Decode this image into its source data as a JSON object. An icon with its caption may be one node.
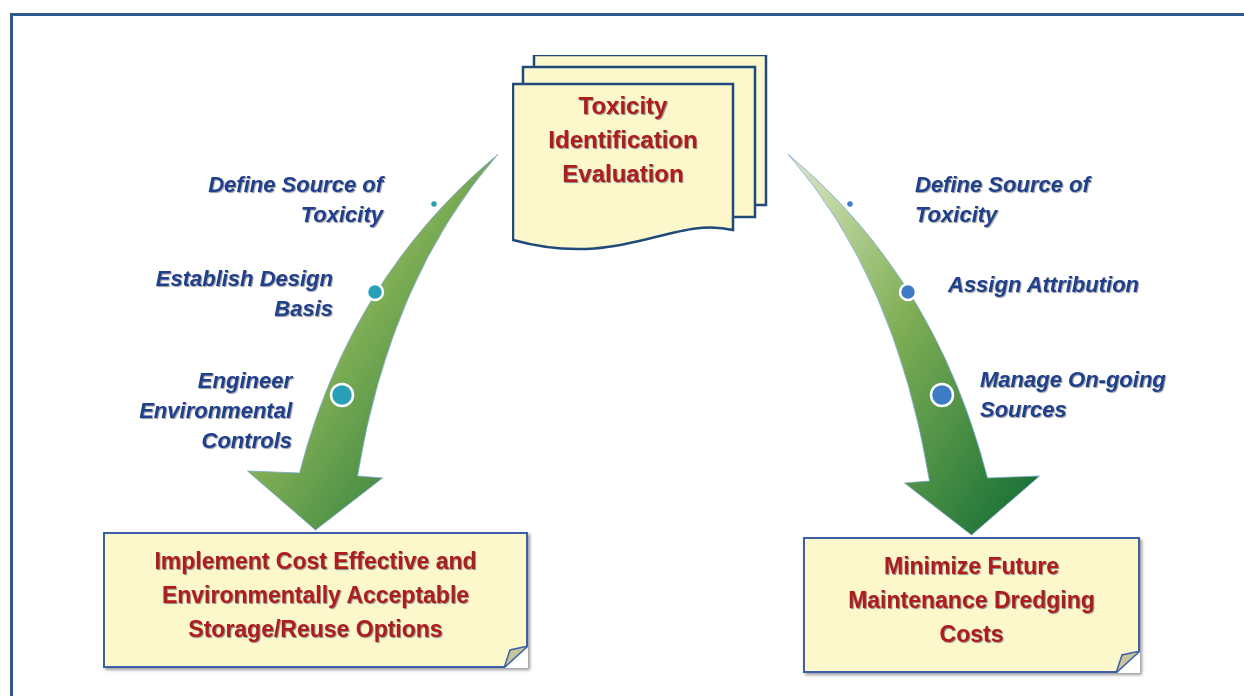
{
  "diagram": {
    "nodes": [
      {
        "text": [
          "Toxicity Identification Evaluation"
        ]
      },
      {
        "text": [
          "Implement Cost Effective and Environmentally Acceptable Storage/Reuse Options"
        ]
      },
      {
        "text": [
          "Minimize Future Maintenance Dredging Costs"
        ]
      }
    ],
    "edges": [
      {
        "from": 0,
        "to": 1,
        "arrow": "to",
        "style": "thick"
      },
      {
        "from": 0,
        "to": 2,
        "arrow": "to",
        "style": "thick"
      }
    ],
    "labels": [
      "Define Source of Toxicity",
      "Define Source of Toxicity",
      "Establish Design Basis",
      "Assign Attribution",
      "Engineer Environmental Controls",
      "Manage On-going Sources"
    ]
  }
}
